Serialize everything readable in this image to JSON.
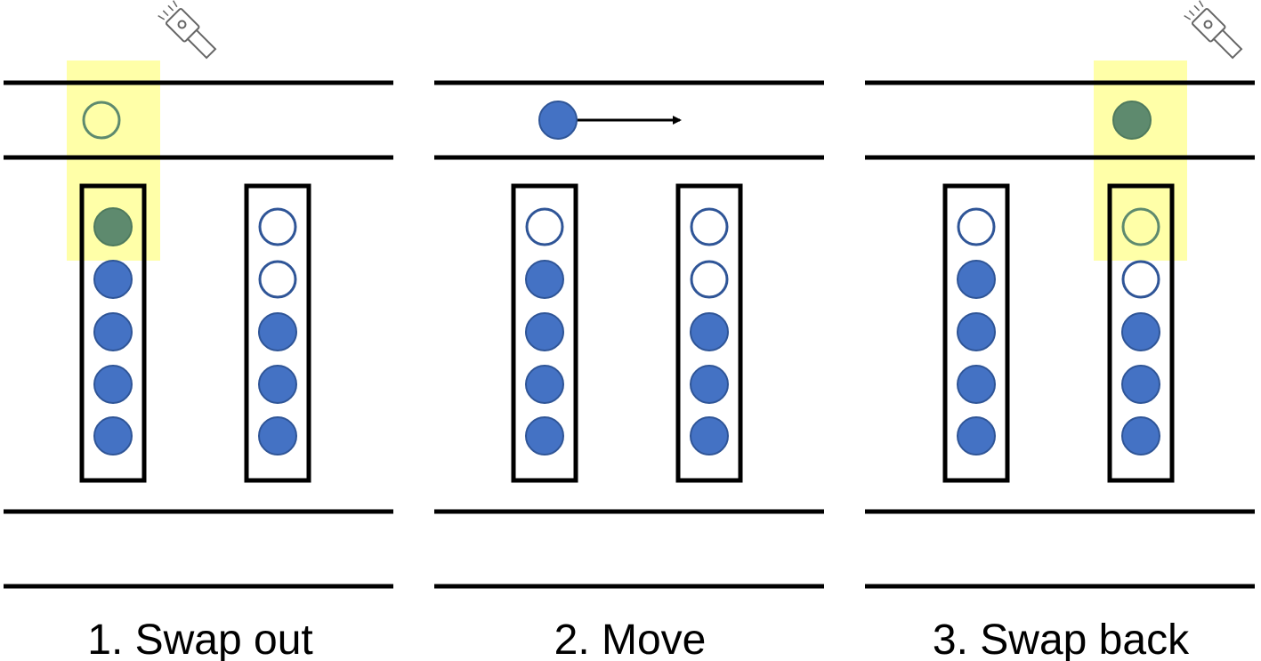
{
  "colors": {
    "filled_atom": "#4472C4",
    "empty_site_stroke": "#2F5597",
    "highlighted_atom": "#5E8A6E",
    "highlight": "#FFFF99",
    "line": "#000000"
  },
  "panels": [
    {
      "caption": "1. Swap out",
      "highlight": "left",
      "flashlight": true,
      "bus_atom": "empty-highlight",
      "bus_arrow": false,
      "columns": [
        [
          "highlighted",
          "filled",
          "filled",
          "filled",
          "filled"
        ],
        [
          "empty",
          "empty",
          "filled",
          "filled",
          "filled"
        ]
      ]
    },
    {
      "caption": "2. Move",
      "highlight": "none",
      "flashlight": false,
      "bus_atom": "filled",
      "bus_arrow": true,
      "columns": [
        [
          "empty",
          "filled",
          "filled",
          "filled",
          "filled"
        ],
        [
          "empty",
          "empty",
          "filled",
          "filled",
          "filled"
        ]
      ]
    },
    {
      "caption": "3. Swap back",
      "highlight": "right",
      "flashlight": true,
      "bus_atom": "highlighted",
      "bus_arrow": false,
      "columns": [
        [
          "empty",
          "filled",
          "filled",
          "filled",
          "filled"
        ],
        [
          "empty-highlight",
          "empty",
          "filled",
          "filled",
          "filled"
        ]
      ]
    }
  ]
}
